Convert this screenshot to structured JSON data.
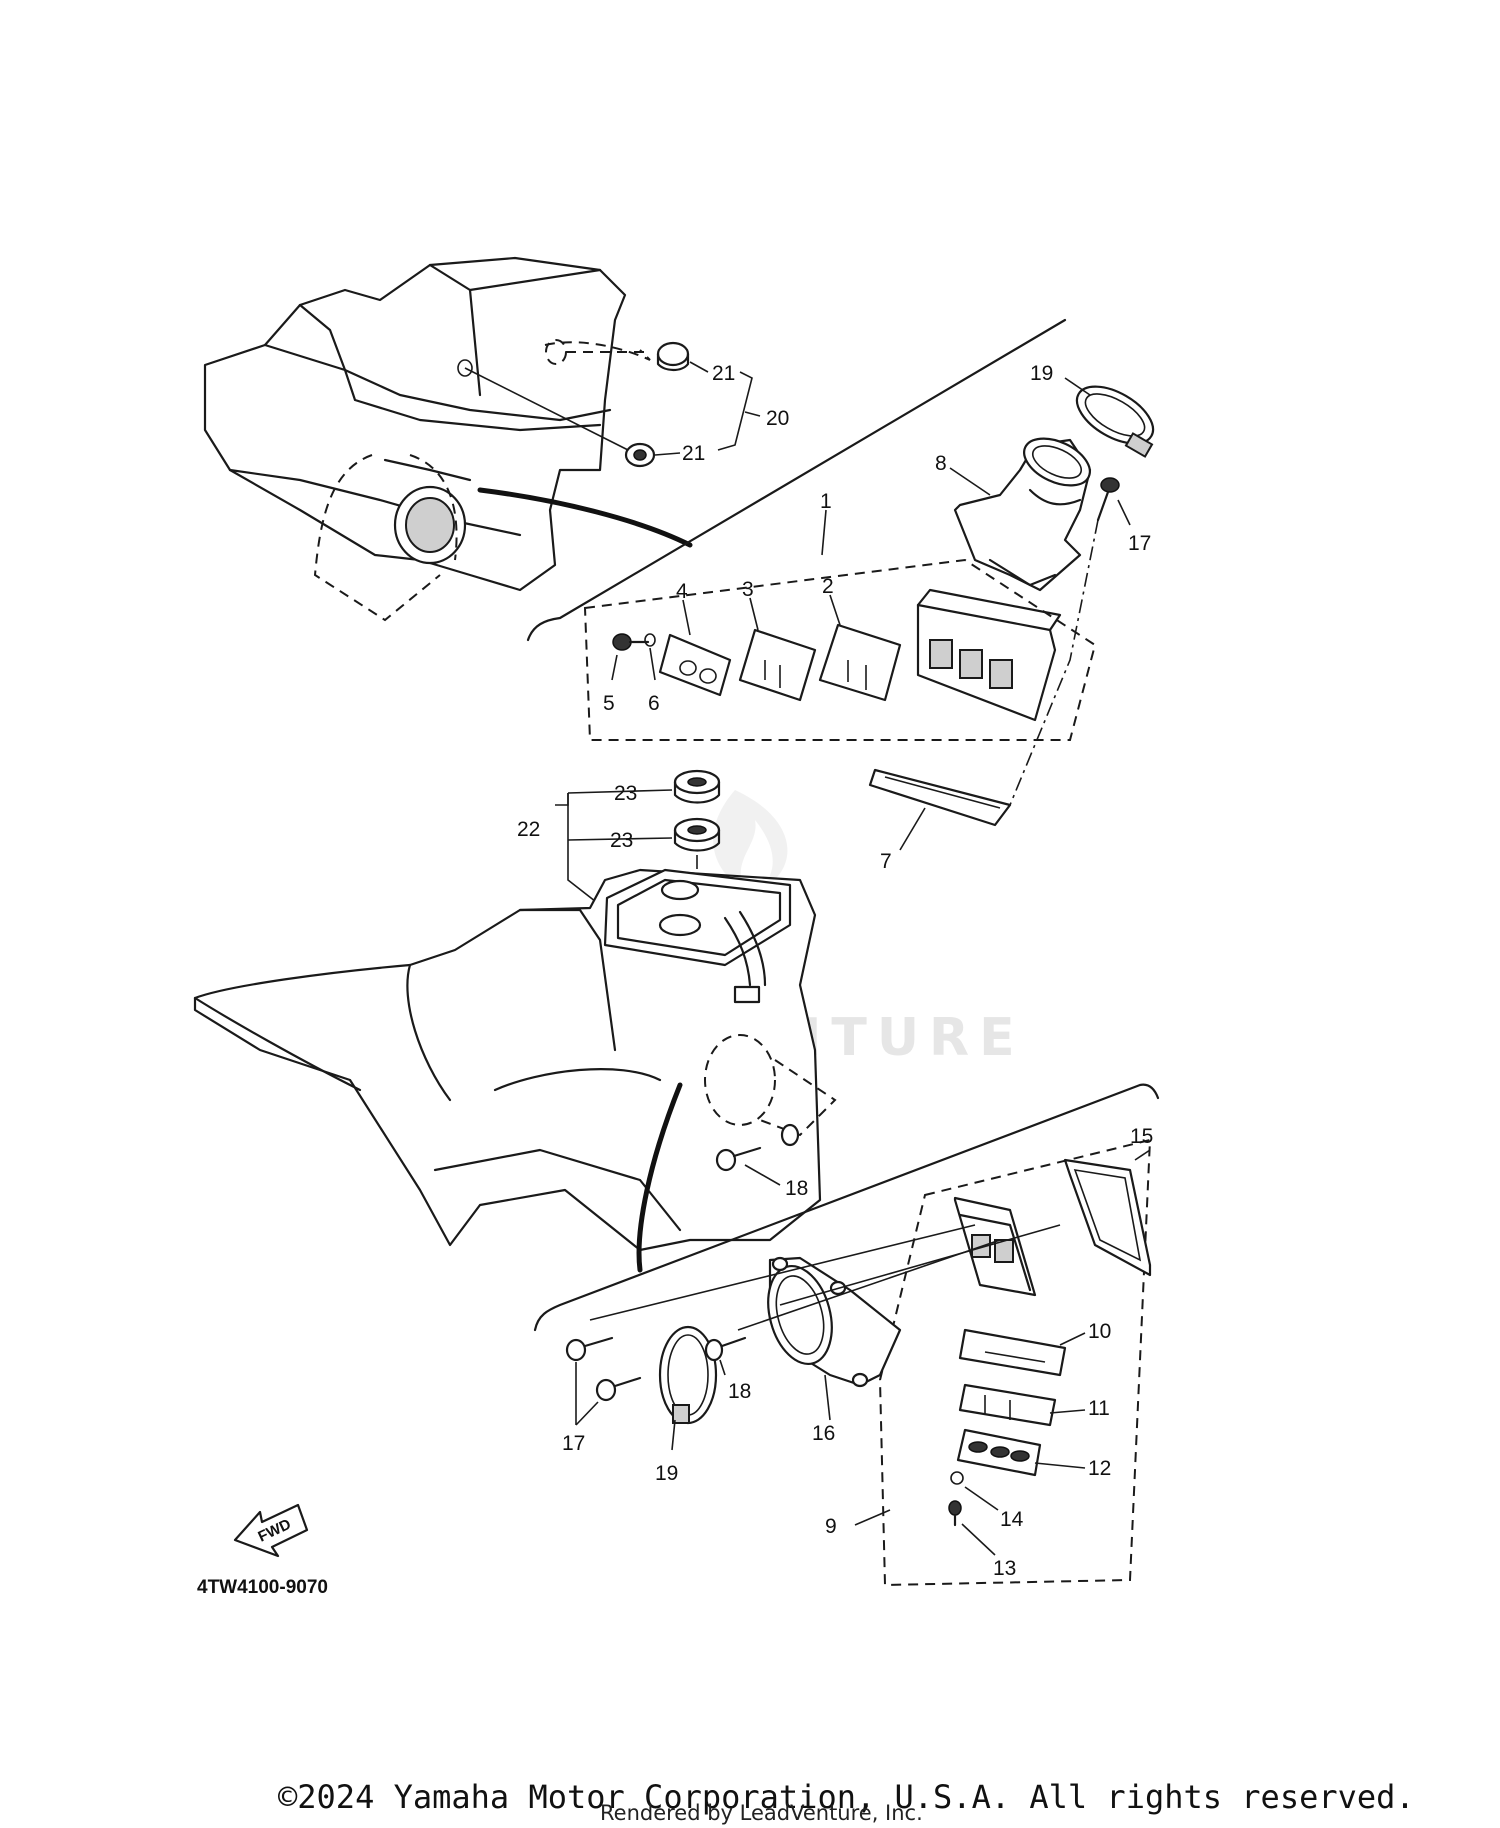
{
  "diagram": {
    "callouts": {
      "n1": "1",
      "n2": "2",
      "n3": "3",
      "n4": "4",
      "n5": "5",
      "n6": "6",
      "n7": "7",
      "n8": "8",
      "n9": "9",
      "n10": "10",
      "n11": "11",
      "n12": "12",
      "n13": "13",
      "n14": "14",
      "n15": "15",
      "n16": "16",
      "n17a": "17",
      "n17b": "17",
      "n18a": "18",
      "n18b": "18",
      "n19a": "19",
      "n19b": "19",
      "n20": "20",
      "n21a": "21",
      "n21b": "21",
      "n22": "22",
      "n23a": "23",
      "n23b": "23"
    },
    "fwd_label": "FWD",
    "drawing_code": "4TW4100-9070",
    "watermark": "LEADVENTURE"
  },
  "footer": {
    "copyright": "©2024 Yamaha Motor Corporation, U.S.A. All rights reserved.",
    "rendered_by": "Rendered by LeadVenture, Inc."
  }
}
